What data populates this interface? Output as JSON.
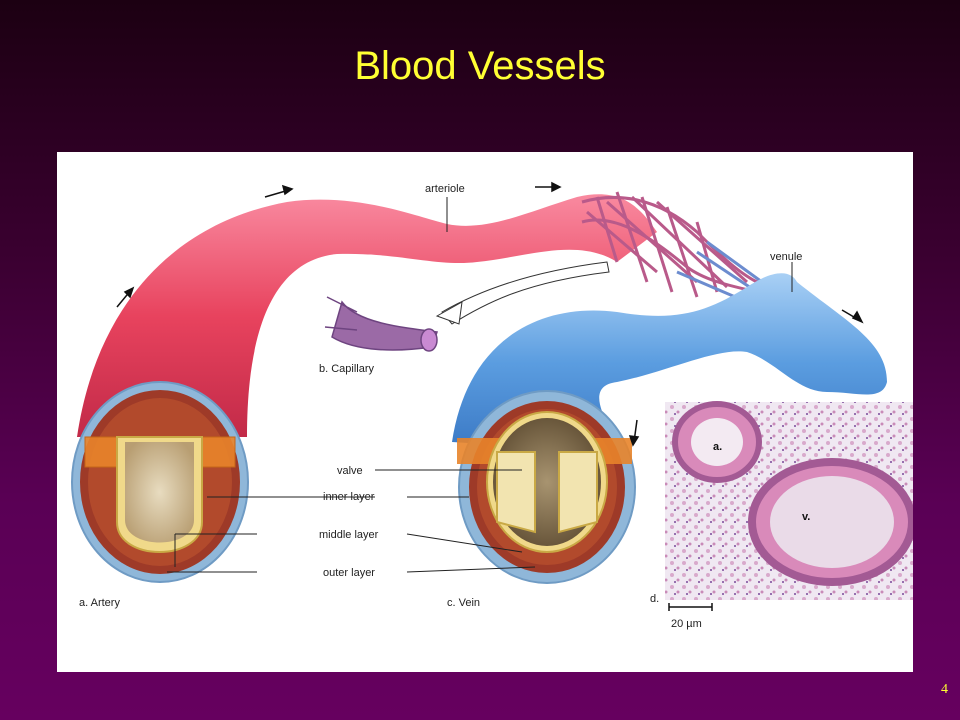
{
  "slide": {
    "title": "Blood Vessels",
    "page_number": "4"
  },
  "figure": {
    "labels": {
      "arteriole": "arteriole",
      "venule": "venule",
      "capillary": "b. Capillary",
      "valve": "valve",
      "inner_layer": "inner layer",
      "middle_layer": "middle layer",
      "outer_layer": "outer layer",
      "artery": "a. Artery",
      "vein": "c. Vein",
      "micro_panel": "d.",
      "micro_artery": "a.",
      "micro_vein": "v.",
      "scale_bar": "20 µm"
    }
  },
  "colors": {
    "title": "#ffff33",
    "artery": "#e8435e",
    "vein": "#5b9de0",
    "background_top": "#1c0012",
    "background_bottom": "#66005f"
  }
}
